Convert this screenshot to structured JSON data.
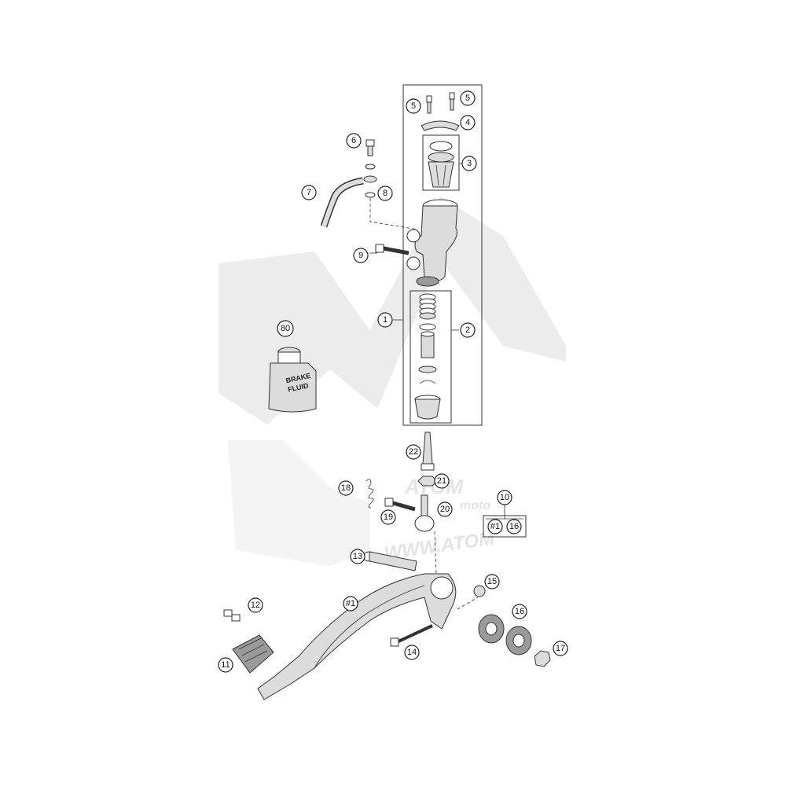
{
  "watermark": {
    "brand": "ATOM",
    "sub": "moto",
    "url": "WWW.ATOM"
  },
  "can": {
    "line1": "BRAKE",
    "line2": "FLUID"
  },
  "callouts": [
    {
      "id": "c80",
      "label": "80"
    },
    {
      "id": "c1",
      "label": "1"
    },
    {
      "id": "c2",
      "label": "2"
    },
    {
      "id": "c3",
      "label": "3"
    },
    {
      "id": "c4",
      "label": "4"
    },
    {
      "id": "c5a",
      "label": "5"
    },
    {
      "id": "c5b",
      "label": "5"
    },
    {
      "id": "c6",
      "label": "6"
    },
    {
      "id": "c7",
      "label": "7"
    },
    {
      "id": "c8",
      "label": "8"
    },
    {
      "id": "c9",
      "label": "9"
    },
    {
      "id": "c10",
      "label": "10"
    },
    {
      "id": "c10a",
      "label": "#1"
    },
    {
      "id": "c10b",
      "label": "16"
    },
    {
      "id": "c11",
      "label": "11"
    },
    {
      "id": "c12",
      "label": "12"
    },
    {
      "id": "c13",
      "label": "13"
    },
    {
      "id": "c14",
      "label": "14"
    },
    {
      "id": "c15",
      "label": "15"
    },
    {
      "id": "c16",
      "label": "16"
    },
    {
      "id": "c17",
      "label": "17"
    },
    {
      "id": "c18",
      "label": "18"
    },
    {
      "id": "c19",
      "label": "19"
    },
    {
      "id": "c20",
      "label": "20"
    },
    {
      "id": "c21",
      "label": "21"
    },
    {
      "id": "c22",
      "label": "22"
    },
    {
      "id": "c_h1",
      "label": "#1"
    }
  ]
}
